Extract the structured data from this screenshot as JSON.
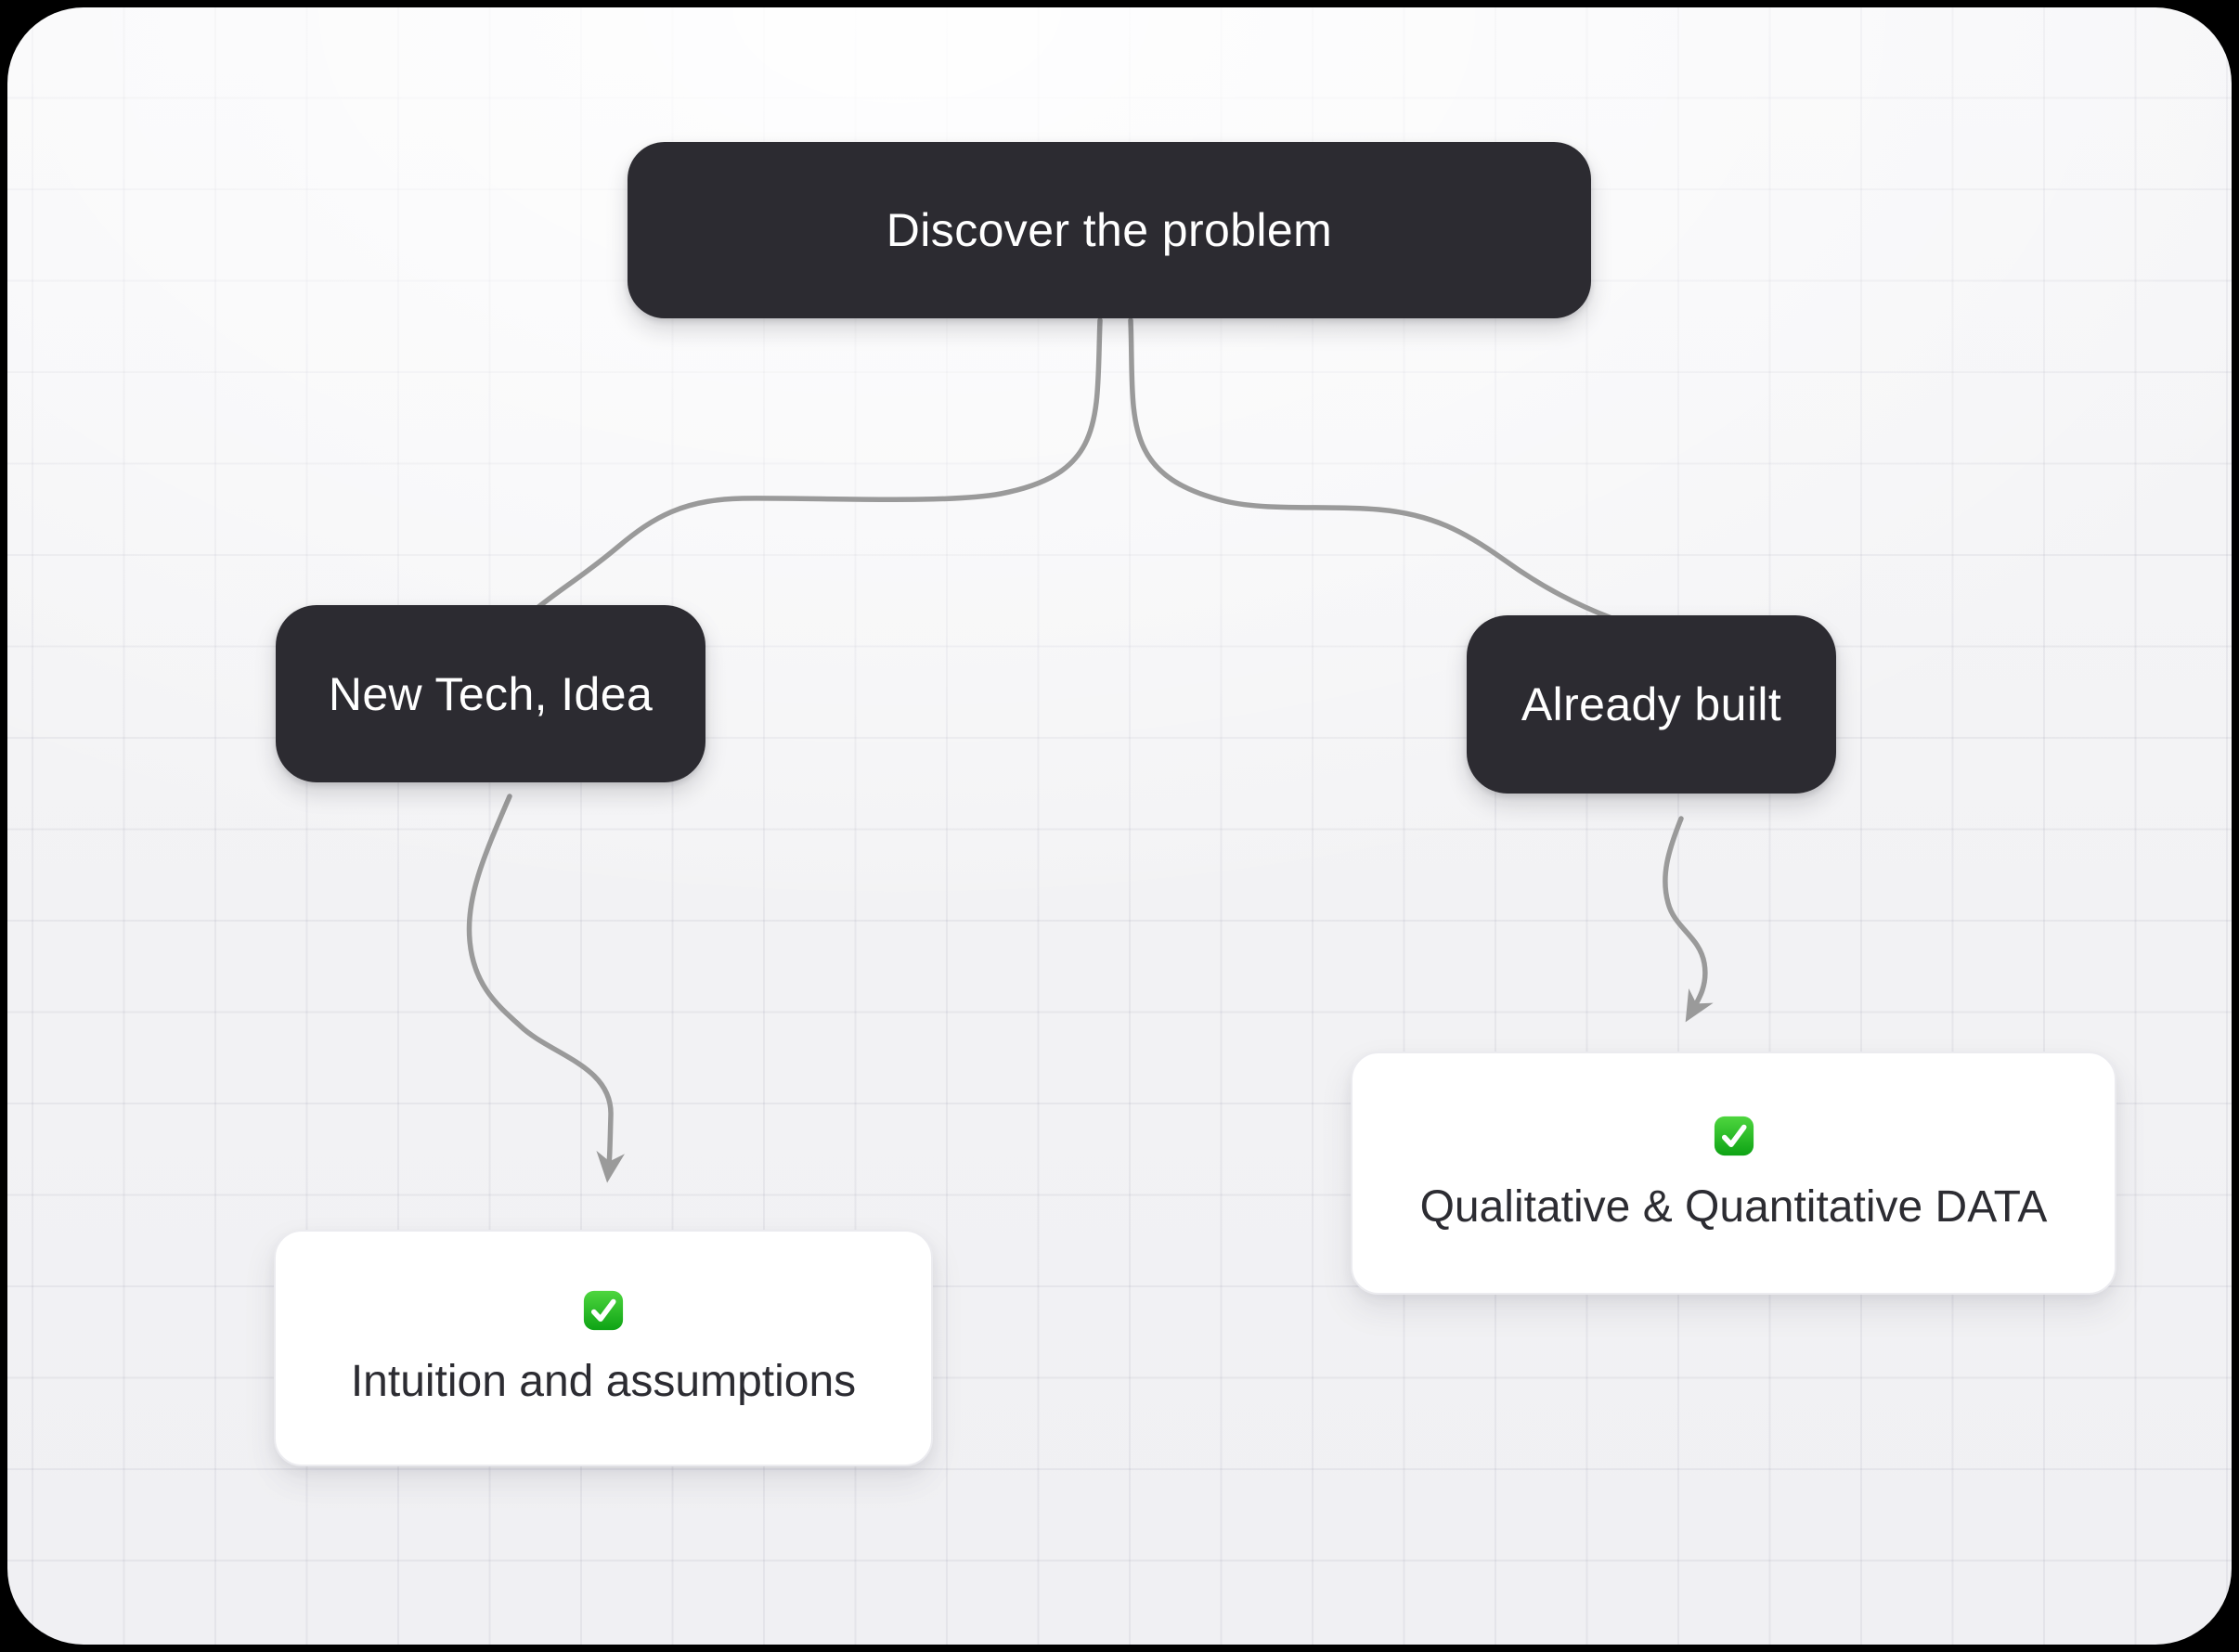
{
  "diagram": {
    "nodes": {
      "discover": {
        "label": "Discover the problem"
      },
      "new_tech": {
        "label": "New Tech, Idea"
      },
      "already_built": {
        "label": "Already built"
      },
      "intuition": {
        "label": "Intuition and assumptions",
        "icon": "check-mark-emoji"
      },
      "qual_quant": {
        "label": "Qualitative & Quantitative DATA",
        "icon": "check-mark-emoji"
      }
    },
    "edges": [
      {
        "from": "discover",
        "to": "new_tech",
        "arrow": false
      },
      {
        "from": "discover",
        "to": "already_built",
        "arrow": false
      },
      {
        "from": "new_tech",
        "to": "intuition",
        "arrow": true
      },
      {
        "from": "already_built",
        "to": "qual_quant",
        "arrow": true
      }
    ],
    "colors": {
      "frame": "#000000",
      "canvas_bg": "#f2f2f4",
      "grid_line": "#e9e9ec",
      "node_bg": "#2c2b31",
      "node_text": "#ffffff",
      "card_bg": "#ffffff",
      "card_border": "#ebebef",
      "card_text": "#2c2c32",
      "connector": "#9a9a9a",
      "check_green_top": "#4ed63f",
      "check_green_bottom": "#0ea315"
    }
  }
}
